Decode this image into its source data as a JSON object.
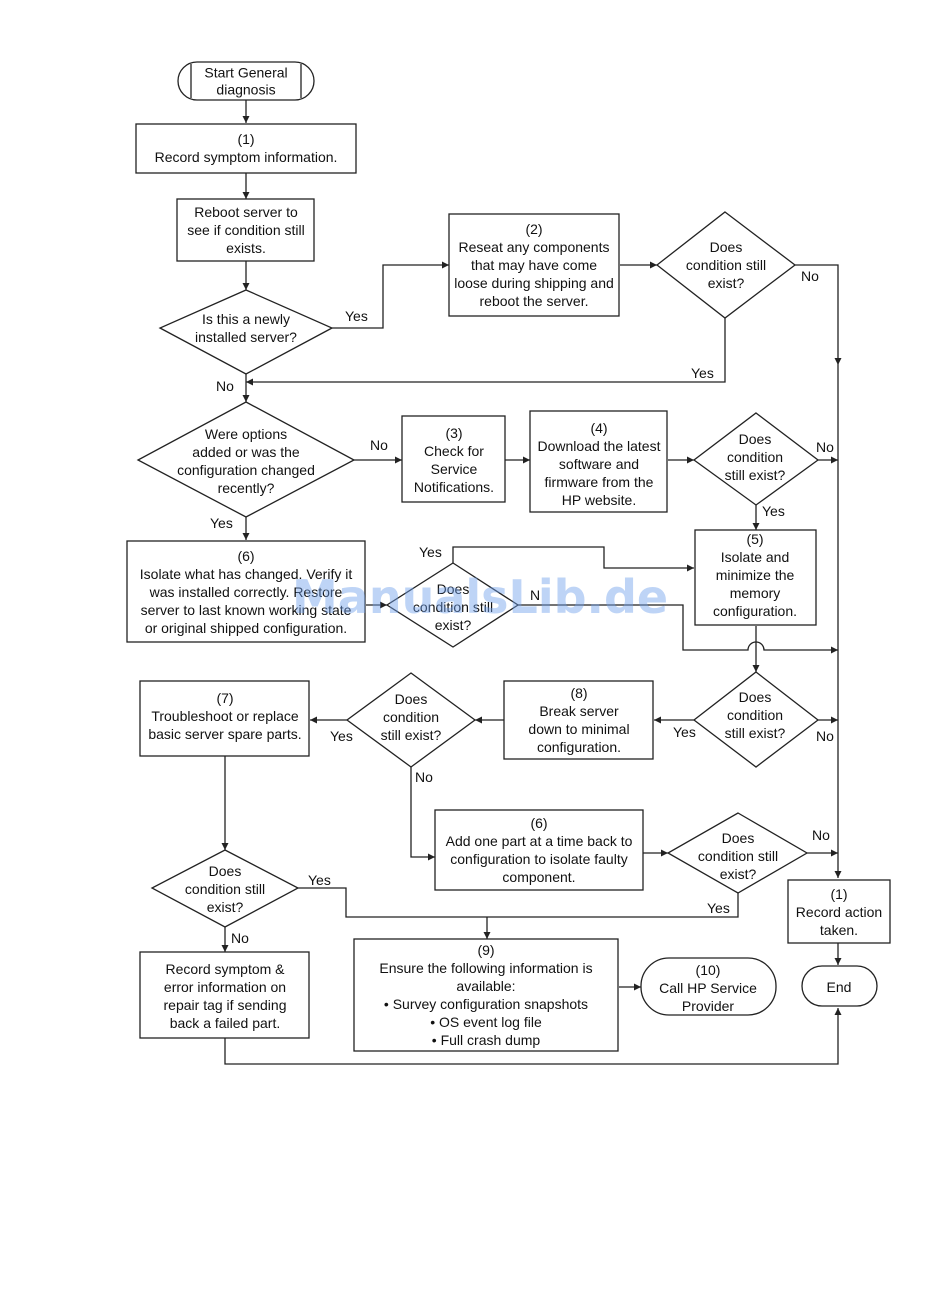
{
  "flow": {
    "start": [
      "Start General",
      "diagnosis"
    ],
    "record_symptom": [
      "(1)",
      "Record symptom information."
    ],
    "reboot": [
      "Reboot server to",
      "see if condition still",
      "exists."
    ],
    "newly_installed": [
      "Is this a newly",
      "installed server?"
    ],
    "reseat": [
      "(2)",
      "Reseat any components",
      "that may have come",
      "loose during shipping and",
      "reboot the server."
    ],
    "does_cond_1": [
      "Does",
      "condition still",
      "exist?"
    ],
    "options_added": [
      "Were options",
      "added or was the",
      "configuration changed",
      "recently?"
    ],
    "check_service": [
      "(3)",
      "Check for",
      "Service",
      "Notifications."
    ],
    "download": [
      "(4)",
      "Download the latest",
      "software and",
      "firmware from the",
      "HP website."
    ],
    "does_cond_2": [
      "Does",
      "condition",
      "still exist?"
    ],
    "isolate_changed": [
      "(6)",
      "Isolate what has changed. Verify it",
      "was installed correctly. Restore",
      "server to last known working state",
      "or original shipped configuration."
    ],
    "does_cond_3": [
      "Does",
      "condition still",
      "exist?"
    ],
    "isolate_memory": [
      "(5)",
      "Isolate and",
      "minimize the",
      "memory",
      "configuration."
    ],
    "troubleshoot": [
      "(7)",
      "Troubleshoot or replace",
      "basic server spare parts."
    ],
    "does_cond_4": [
      "Does",
      "condition",
      "still exist?"
    ],
    "break_server": [
      "(8)",
      "Break server",
      "down to minimal",
      "configuration."
    ],
    "does_cond_5": [
      "Does",
      "condition",
      "still exist?"
    ],
    "add_one_part": [
      "(6)",
      "Add one part at a time back to",
      "configuration to isolate faulty",
      "component."
    ],
    "does_cond_6": [
      "Does",
      "condition still",
      "exist?"
    ],
    "does_cond_7": [
      "Does",
      "condition still",
      "exist?"
    ],
    "record_action": [
      "(1)",
      "Record action",
      "taken."
    ],
    "record_error": [
      "Record symptom &",
      "error information on",
      "repair tag if sending",
      "back a failed part."
    ],
    "ensure_info": [
      "(9)",
      "Ensure the following information is",
      "available:",
      "• Survey configuration snapshots",
      "• OS event log file",
      "• Full crash dump"
    ],
    "call_hp": [
      "(10)",
      "Call HP Service",
      "Provider"
    ],
    "end": [
      "End"
    ]
  },
  "edge_labels": {
    "yes": "Yes",
    "no": "No",
    "no_partial": "N"
  },
  "watermark": "ManualsLib.de"
}
